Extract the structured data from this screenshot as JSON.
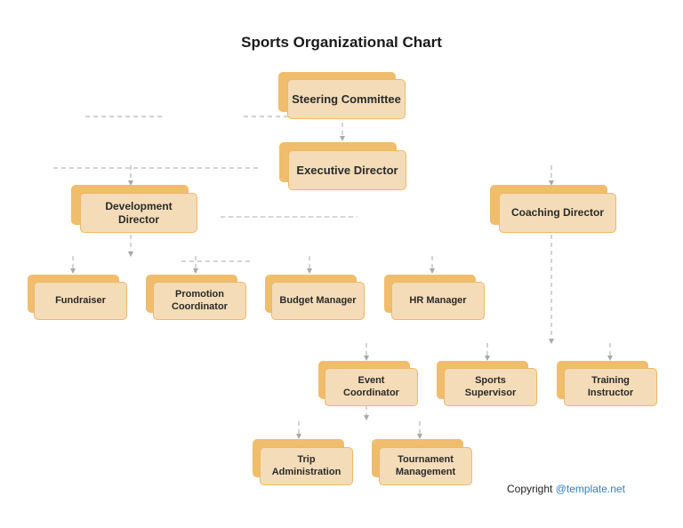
{
  "title": "Sports Organizational Chart",
  "nodes": {
    "steering": "Steering Committee",
    "executive": "Executive Director",
    "development": "Development Director",
    "coaching": "Coaching Director",
    "fundraiser": "Fundraiser",
    "promotion": "Promotion Coordinator",
    "budget": "Budget Manager",
    "hr": "HR Manager",
    "event": "Event Coordinator",
    "sports_supervisor": "Sports Supervisor",
    "training": "Training Instructor",
    "trip": "Trip Administration",
    "tournament": "Tournament Management"
  },
  "footer": {
    "copyright_label": "Copyright",
    "link_text": "@template.net"
  },
  "colors": {
    "box_back": "#f0bd6c",
    "box_front": "#f4dcb8",
    "connector": "#a8a8a8",
    "link": "#2c7fc7"
  }
}
